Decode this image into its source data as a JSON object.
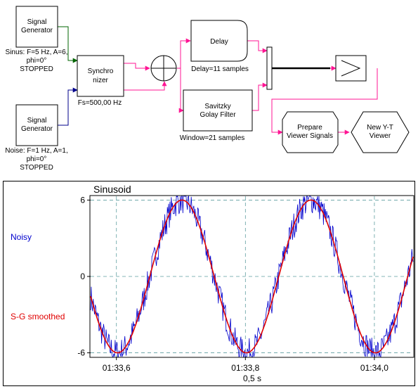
{
  "diagram": {
    "gen1": {
      "line1": "Signal",
      "line2": "Generator",
      "caption1": "Sinus:  F=5 Hz, A=6,",
      "caption2": "phi=0°",
      "caption3": "STOPPED"
    },
    "gen2": {
      "line1": "Signal",
      "line2": "Generator",
      "caption1": "Noise:  F=1 Hz, A=1,",
      "caption2": "phi=0°",
      "caption3": "STOPPED"
    },
    "sync": {
      "line1": "Synchro",
      "line2": "nizer",
      "caption": "Fs=500,00 Hz"
    },
    "delay": {
      "label": "Delay",
      "caption": "Delay=11 samples"
    },
    "sg": {
      "line1": "Savitzky",
      "line2": "Golay Filter",
      "caption": "Window=21 samples"
    },
    "prepare": {
      "line1": "Prepare",
      "line2": "Viewer Signals"
    },
    "viewer": {
      "line1": "New Y-T",
      "line2": "Viewer"
    },
    "colors": {
      "wire_magenta": "#ff1493",
      "wire_green": "#006400",
      "wire_blue": "#00008b"
    }
  },
  "chart_data": {
    "type": "line",
    "title": "Sinusoid",
    "xlabel": "0,5 s",
    "ylabel": "",
    "xlim": [
      0,
      0.5
    ],
    "ylim": [
      -6.3,
      6.3
    ],
    "y_ticks": [
      {
        "v": 6,
        "label": "6"
      },
      {
        "v": 0,
        "label": "0"
      },
      {
        "v": -6,
        "label": "-6"
      }
    ],
    "x_ticks": [
      {
        "v": 0.04,
        "label": "01:33,6"
      },
      {
        "v": 0.24,
        "label": "01:33,8"
      },
      {
        "v": 0.44,
        "label": "01:34,0"
      }
    ],
    "grid": true,
    "legend_position": "left",
    "series": [
      {
        "name": "Noisy",
        "color": "#0000cd",
        "kind": "noisy",
        "frequency_hz": 5,
        "amplitude": 6,
        "noise_amplitude": 1,
        "phase_deg": -165
      },
      {
        "name": "S-G smoothed",
        "color": "#e00000",
        "kind": "smooth",
        "frequency_hz": 5,
        "amplitude": 6,
        "phase_deg": -165
      }
    ]
  }
}
